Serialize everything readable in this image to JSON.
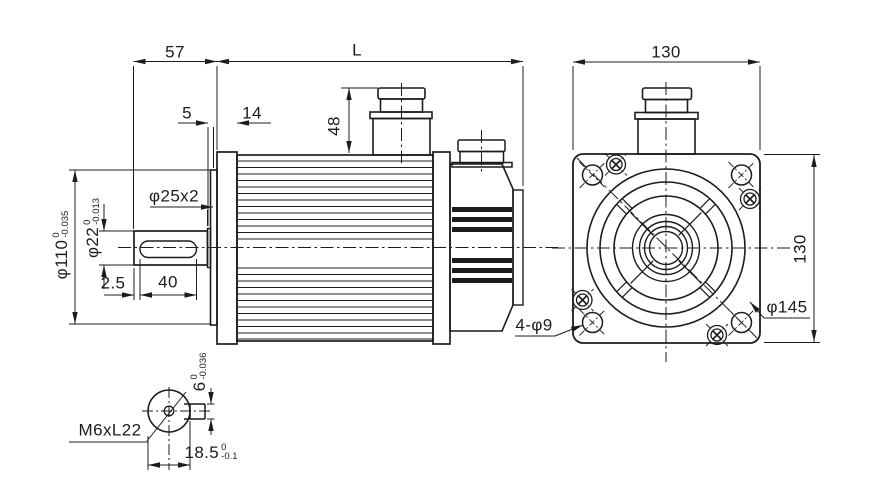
{
  "side_view": {
    "dim_shaft_overhang": "57",
    "dim_body_length": "L",
    "dim_boss_offset": "5",
    "dim_flange_thickness": "14",
    "dim_connector_height": "48",
    "dim_collar": "φ25x2",
    "dim_pilot_diameter": {
      "value": "φ110",
      "tol_upper": "0",
      "tol_lower": "-0.035"
    },
    "dim_shaft_diameter": {
      "value": "φ22",
      "tol_upper": "0",
      "tol_lower": "-0.013"
    },
    "dim_key_offset": "2.5",
    "dim_key_length": "40"
  },
  "front_view": {
    "dim_width": "130",
    "dim_height": "130",
    "dim_bolt_circle": "φ145",
    "dim_mount_holes": "4-φ9"
  },
  "shaft_detail": {
    "dim_tapped_hole": "M6xL22",
    "dim_key_width": {
      "value": "6",
      "tol_upper": "0",
      "tol_lower": "-0.036"
    },
    "dim_key_flat": {
      "value": "18.5",
      "tol_upper": "0",
      "tol_lower": "-0.1"
    }
  }
}
